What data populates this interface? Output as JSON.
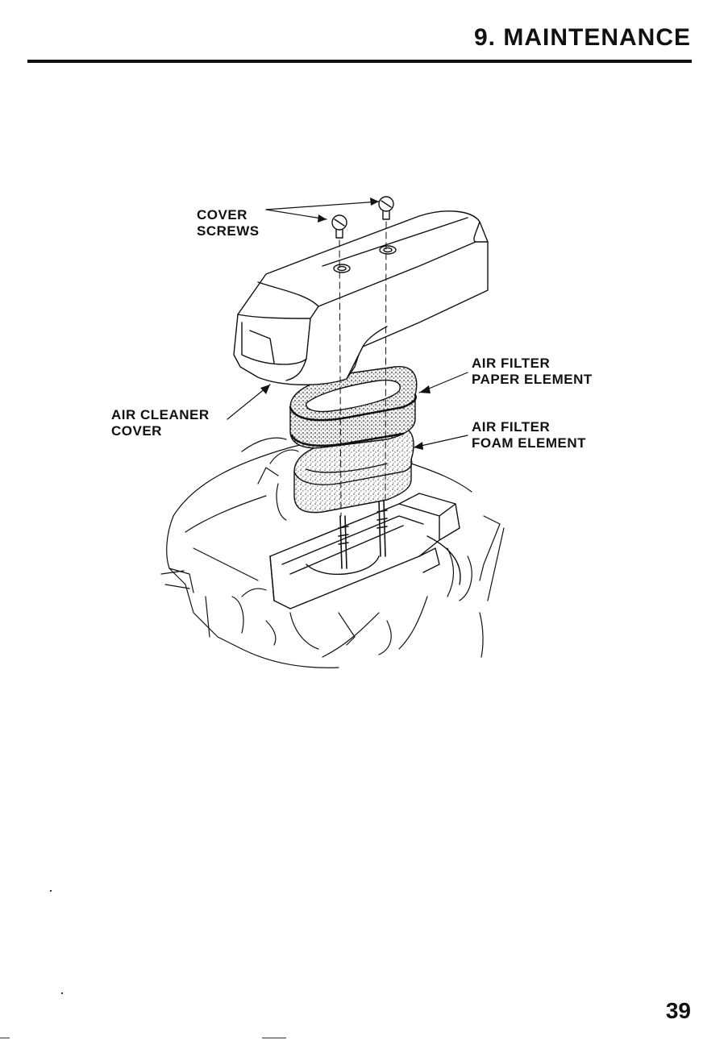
{
  "header": {
    "section_title": "9. MAINTENANCE"
  },
  "figure": {
    "labels": {
      "cover_screws": [
        "COVER",
        "SCREWS"
      ],
      "air_cleaner_cover": [
        "AIR CLEANER",
        "COVER"
      ],
      "paper_element": [
        "AIR FILTER",
        "PAPER ELEMENT"
      ],
      "foam_element": [
        "AIR FILTER",
        "FOAM ELEMENT"
      ]
    }
  },
  "footer": {
    "page_number": "39"
  }
}
